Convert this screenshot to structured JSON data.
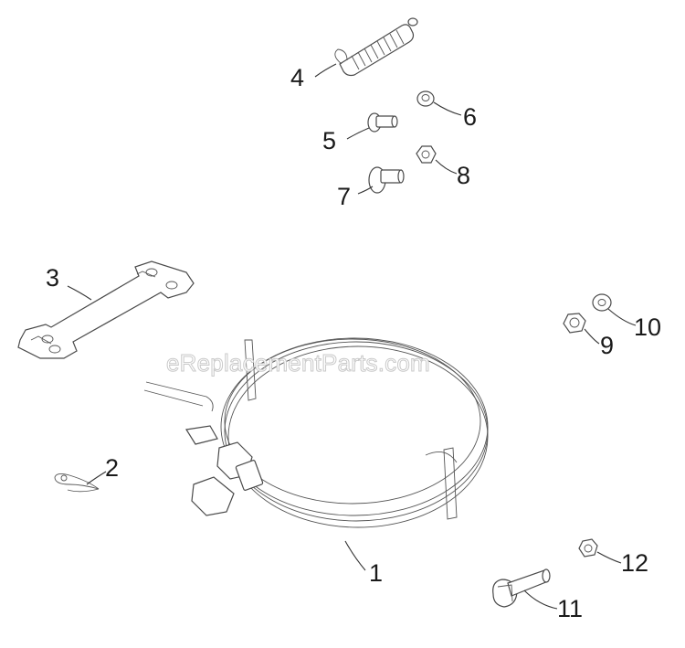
{
  "watermark": "eReplacementParts.com",
  "callouts": {
    "p1": "1",
    "p2": "2",
    "p3": "3",
    "p4": "4",
    "p5": "5",
    "p6": "6",
    "p7": "7",
    "p8": "8",
    "p9": "9",
    "p10": "10",
    "p11": "11",
    "p12": "12"
  }
}
